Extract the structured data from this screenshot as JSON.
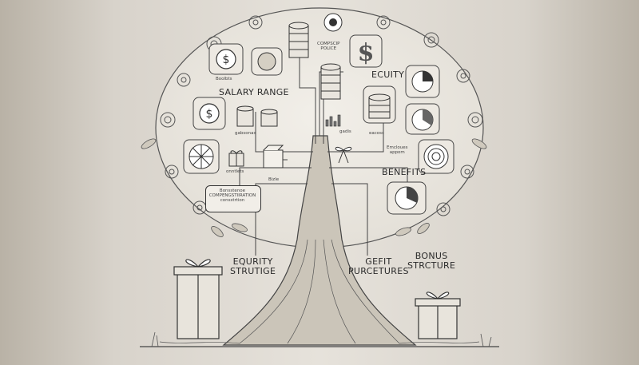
{
  "labels": {
    "salary_range": "SALARY RANGE",
    "equity_top": "ECUITY",
    "benefits": "BENEFITS",
    "equity_structure": "EQURITY\nSTRUTIGE",
    "gefit_purcetures": "GEFIT\nPURCETURES",
    "bonus_structure": "BONUS\nSTRCTURE",
    "compensation_box": "Bonsstenoe\nCOMPENGSTIIRATION\nconsstrtion",
    "compscip_police": "COMPSCIP\nPOLICE",
    "boolbts": "Boolbts",
    "emcloues_appom": "Emcloues\nappom",
    "gabsonas": "gabsonas",
    "onntlets": "onntlets",
    "bizle": "Bizle",
    "gadis": "gadis",
    "eacoss": "eacoss"
  },
  "icons": [
    "dollar-coin-icon",
    "coin-stack-icon",
    "gift-box-icon",
    "pie-chart-icon",
    "bow-icon",
    "gear-icon",
    "target-icon",
    "umbrella-icon",
    "bar-chart-icon"
  ],
  "colors": {
    "ink": "#2b2b2b",
    "paper": "#f1eee8",
    "background": "#e2ded6"
  }
}
